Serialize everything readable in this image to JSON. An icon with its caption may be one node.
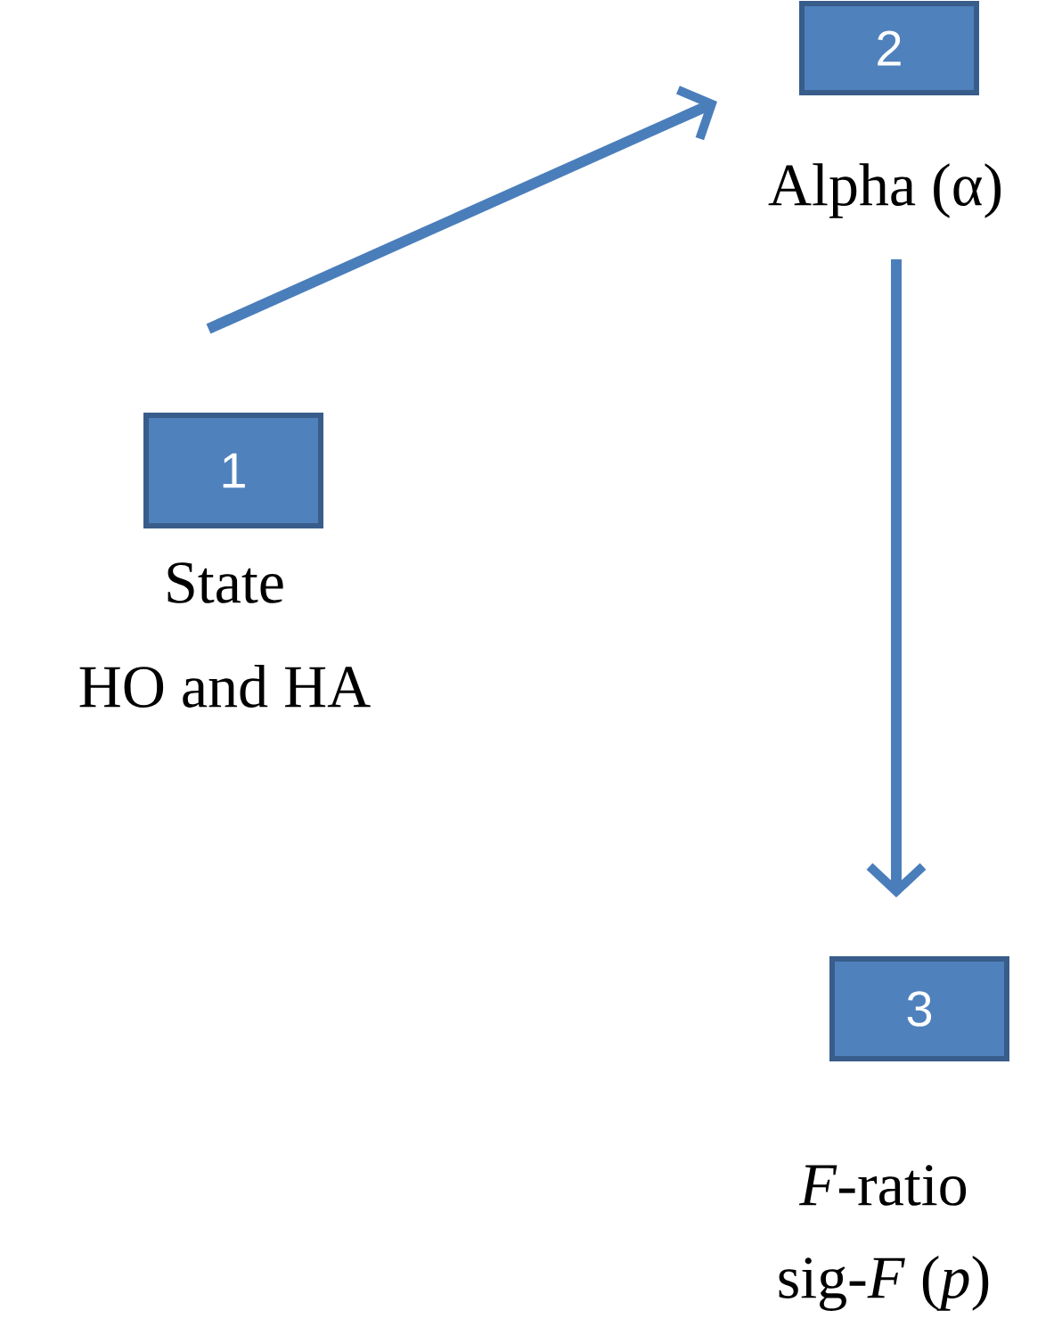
{
  "diagram": {
    "nodes": [
      {
        "text": [
          "1"
        ],
        "beside": [
          "State",
          "HO and HA"
        ]
      },
      {
        "text": [
          "2"
        ],
        "beside": [
          "Alpha (α)"
        ]
      },
      {
        "text": [
          "3"
        ],
        "beside": [
          "*F*-ratio",
          "sig-*F* (*p*)"
        ]
      }
    ],
    "edges": [
      {
        "from": 0,
        "to": 1,
        "arrow": "to"
      },
      {
        "from": 1,
        "to": 2,
        "arrow": "to"
      }
    ]
  }
}
